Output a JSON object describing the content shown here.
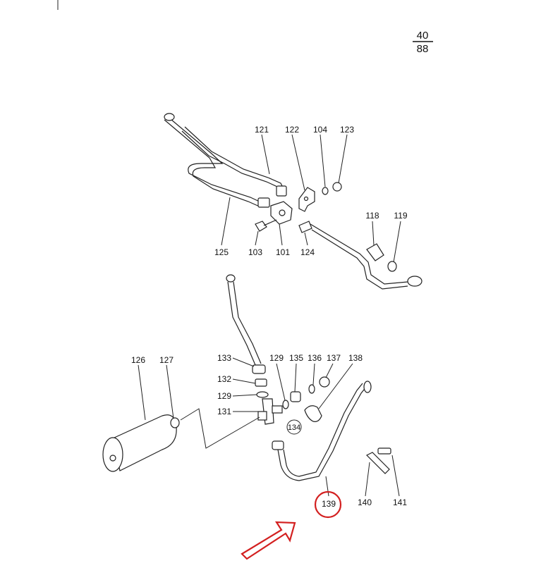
{
  "page_number": {
    "numerator": "40",
    "denominator": "88"
  },
  "labels": {
    "l121": "121",
    "l122": "122",
    "l104": "104",
    "l123": "123",
    "l118": "118",
    "l119": "119",
    "l125": "125",
    "l103": "103",
    "l101": "101",
    "l124": "124",
    "l126": "126",
    "l127": "127",
    "l133": "133",
    "l132": "132",
    "l129a": "129",
    "l129b": "129",
    "l131": "131",
    "l135": "135",
    "l136": "136",
    "l137": "137",
    "l138": "138",
    "l134": "134",
    "l139": "139",
    "l140": "140",
    "l141": "141"
  },
  "highlight": {
    "color": "#d32020",
    "part": "139"
  }
}
